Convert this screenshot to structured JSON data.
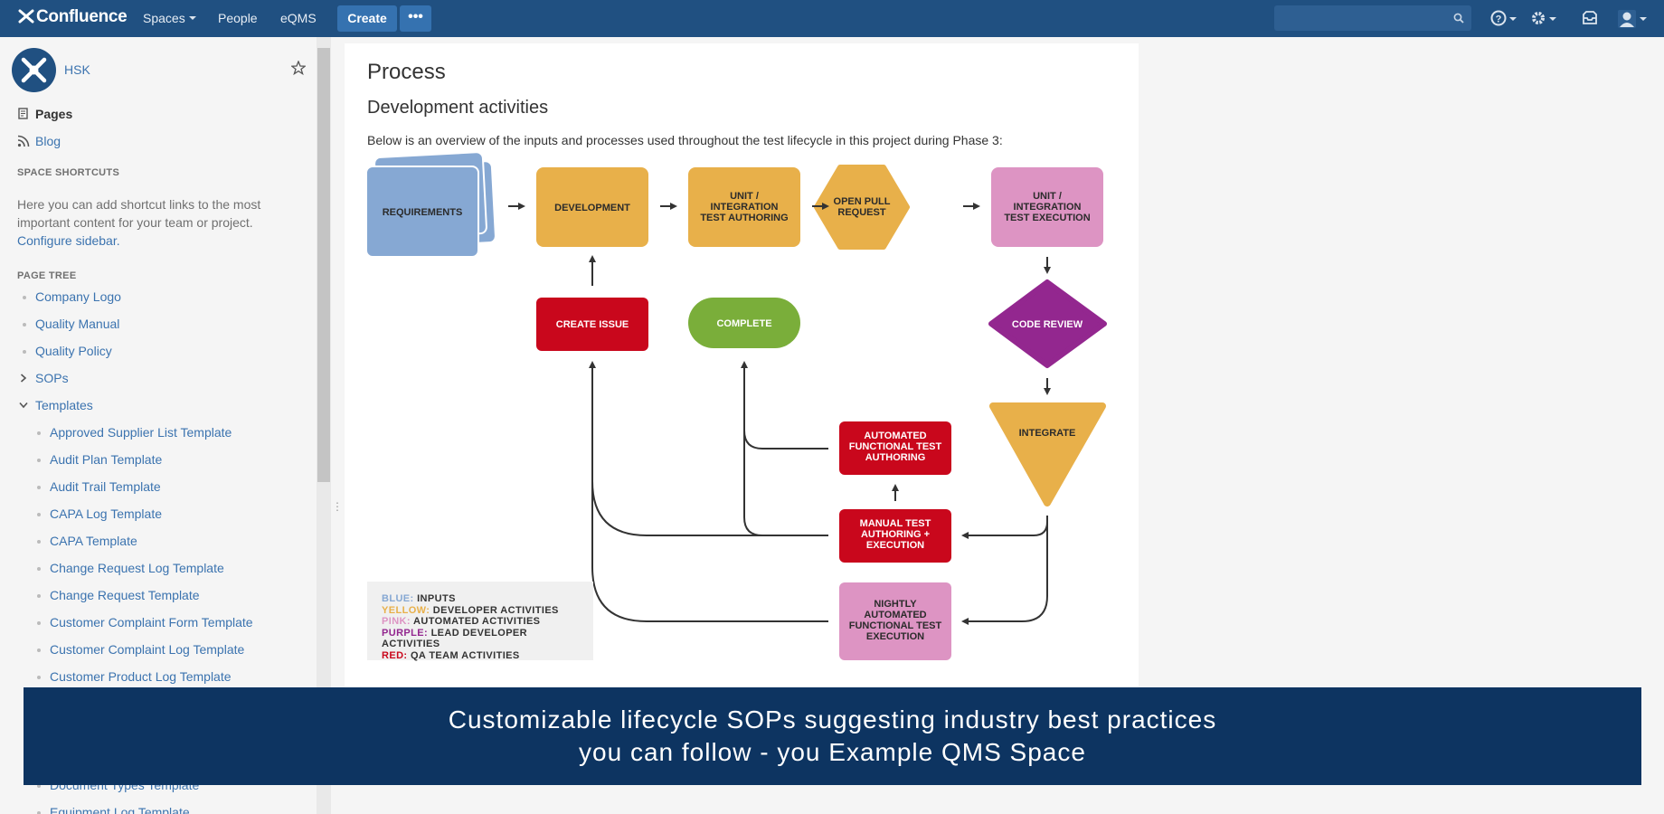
{
  "app": {
    "logo": "Confluence",
    "nav": {
      "spaces": "Spaces",
      "people": "People",
      "eqms": "eQMS",
      "create": "Create",
      "more": "•••"
    }
  },
  "sidebar": {
    "space_name": "HSK",
    "pages": "Pages",
    "blog": "Blog",
    "shortcuts_heading": "SPACE SHORTCUTS",
    "shortcuts_text": "Here you can add shortcut links to the most important content for your team or project.",
    "configure_link": "Configure sidebar.",
    "page_tree_heading": "PAGE TREE",
    "tree": [
      {
        "label": "Company Logo"
      },
      {
        "label": "Quality Manual"
      },
      {
        "label": "Quality Policy"
      },
      {
        "label": "SOPs"
      },
      {
        "label": "Templates"
      },
      {
        "label": "Approved Supplier List Template"
      },
      {
        "label": "Audit Plan Template"
      },
      {
        "label": "Audit Trail Template"
      },
      {
        "label": "CAPA Log Template"
      },
      {
        "label": "CAPA Template"
      },
      {
        "label": "Change Request Log Template"
      },
      {
        "label": "Change Request Template"
      },
      {
        "label": "Customer Complaint Form Template"
      },
      {
        "label": "Customer Complaint Log Template"
      },
      {
        "label": "Customer Product Log Template"
      },
      {
        "label": "Document Types Template"
      },
      {
        "label": "Equipment Log Template"
      }
    ]
  },
  "page": {
    "title": "Process",
    "section_title": "Development activities",
    "intro": "Below is an overview of the inputs and processes used throughout the test lifecycle in this project during Phase 3:"
  },
  "diagram": {
    "nodes": {
      "requirements": "REQUIREMENTS",
      "development": "DEVELOPMENT",
      "unit_authoring": [
        "UNIT /",
        "INTEGRATION",
        "TEST AUTHORING"
      ],
      "open_pr": [
        "OPEN PULL",
        "REQUEST"
      ],
      "unit_execution": [
        "UNIT /",
        "INTEGRATION",
        "TEST EXECUTION"
      ],
      "create_issue": "CREATE ISSUE",
      "complete": "COMPLETE",
      "code_review": "CODE REVIEW",
      "integrate": "INTEGRATE",
      "auto_functional": [
        "AUTOMATED",
        "FUNCTIONAL TEST",
        "AUTHORING"
      ],
      "manual_test": [
        "MANUAL TEST",
        "AUTHORING +",
        "EXECUTION"
      ],
      "nightly": [
        "NIGHTLY",
        "AUTOMATED",
        "FUNCTIONAL TEST",
        "EXECUTION"
      ]
    },
    "colors": {
      "blue": "#86a8d3",
      "yellow": "#e8b04a",
      "pink": "#dd94c3",
      "purple": "#93278f",
      "red": "#c9071c",
      "green": "#7aae3a"
    },
    "legend": [
      {
        "key": "BLUE:",
        "value": "INPUTS",
        "color": "#86a8d3"
      },
      {
        "key": "YELLOW:",
        "value": "DEVELOPER ACTIVITIES",
        "color": "#e8b04a"
      },
      {
        "key": "PINK:",
        "value": "AUTOMATED ACTIVITIES",
        "color": "#dd94c3"
      },
      {
        "key": "PURPLE:",
        "value": "LEAD DEVELOPER ACTIVITIES",
        "color": "#93278f"
      },
      {
        "key": "RED:",
        "value": "QA TEAM ACTIVITIES",
        "color": "#c9071c"
      }
    ]
  },
  "banner": {
    "line1": "Customizable lifecycle SOPs suggesting industry best practices",
    "line2": "you can follow - you Example QMS Space"
  }
}
